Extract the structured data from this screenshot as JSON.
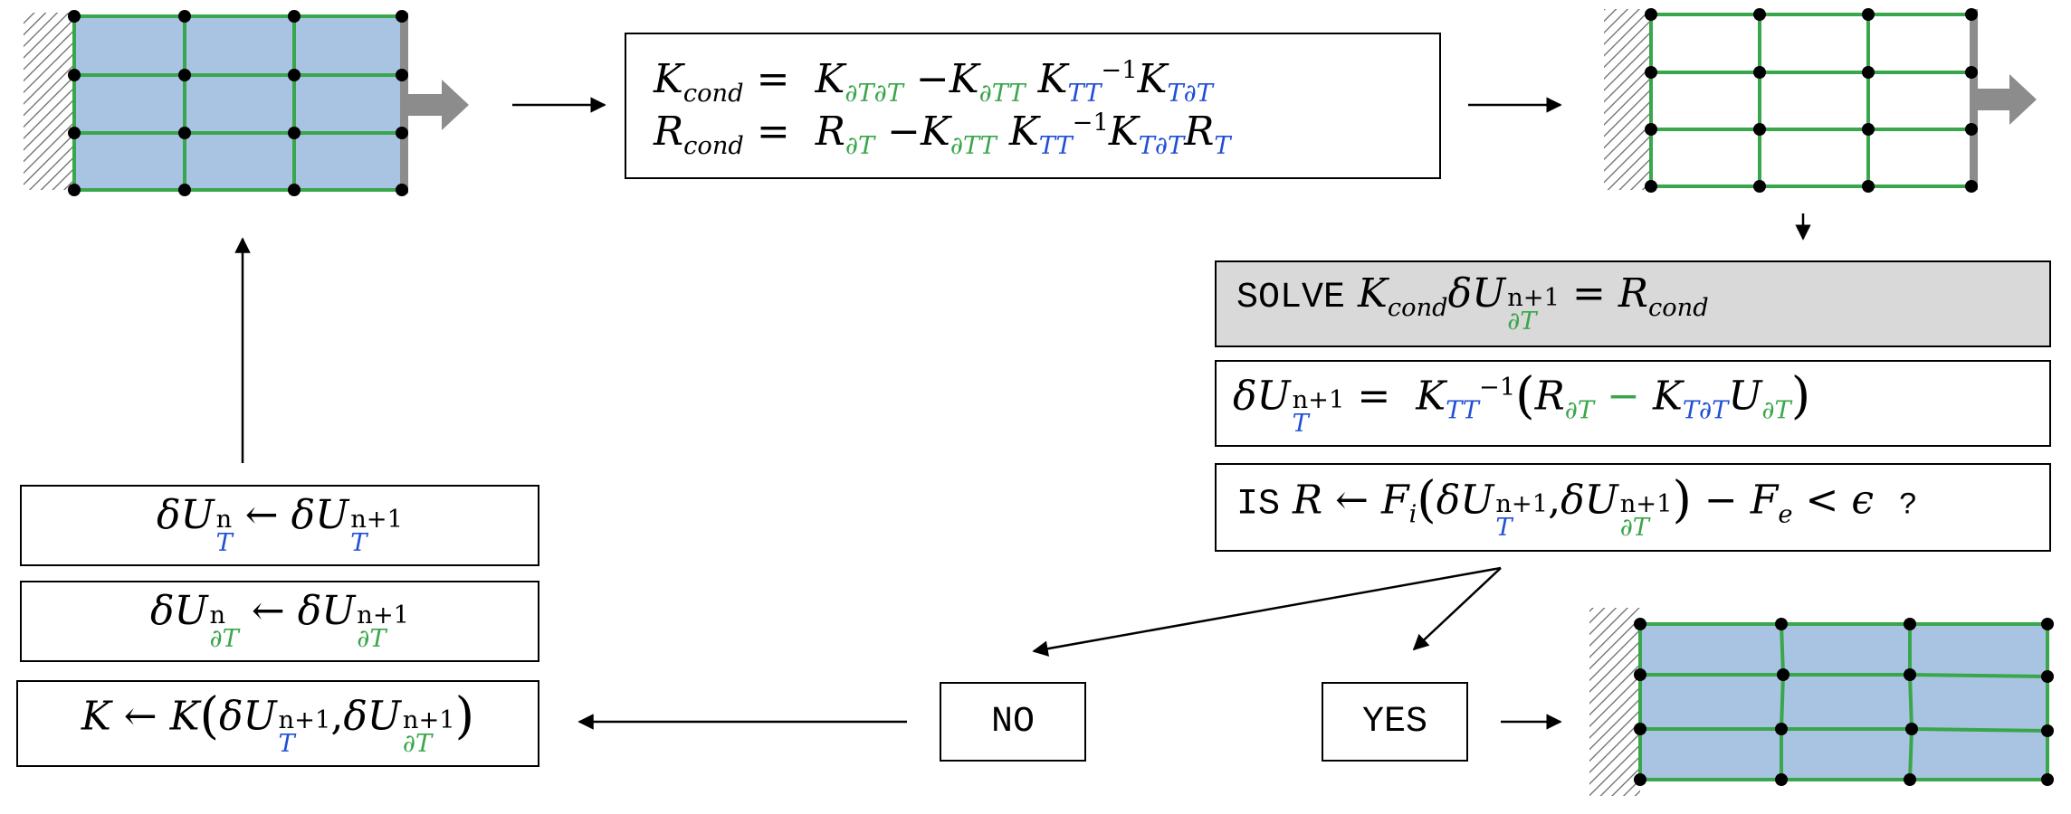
{
  "colors": {
    "green": "#3aa64b",
    "blue": "#1f4fd6",
    "mesh_fill": "#a8c4e2",
    "support_gray": "#8c8c8c",
    "solve_box_fill": "#d9d9d9"
  },
  "labels": {
    "solve": "SOLVE",
    "is": "IS",
    "question": "?",
    "no": "NO",
    "yes": "YES"
  },
  "symbols": {
    "K": "K",
    "R": "R",
    "U": "U",
    "dU": "δU",
    "F": "F",
    "cond": "cond",
    "dTdT": "∂T∂T",
    "dTT": "∂TT",
    "TT": "TT",
    "TdT": "T∂T",
    "dT": "∂T",
    "T": "T",
    "inv": "−1",
    "n": "n",
    "n1": "n+1",
    "i": "i",
    "e": "e",
    "eq": "=",
    "minus": "−",
    "arrow": "←",
    "lt": "<",
    "eps": "ϵ"
  }
}
